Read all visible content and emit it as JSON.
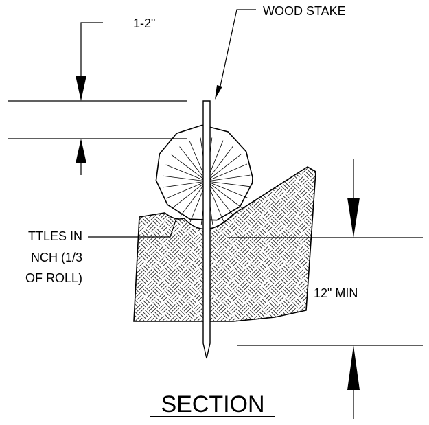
{
  "labels": {
    "wood_stake": "WOOD STAKE",
    "spacing": "1-2\"",
    "depth": "12\" MIN",
    "wattle_line1": "TTLES IN",
    "wattle_line2": "NCH (1/3",
    "wattle_line3": "OF ROLL)",
    "title": "SECTION"
  },
  "colors": {
    "ink": "#000000",
    "background": "#ffffff"
  }
}
